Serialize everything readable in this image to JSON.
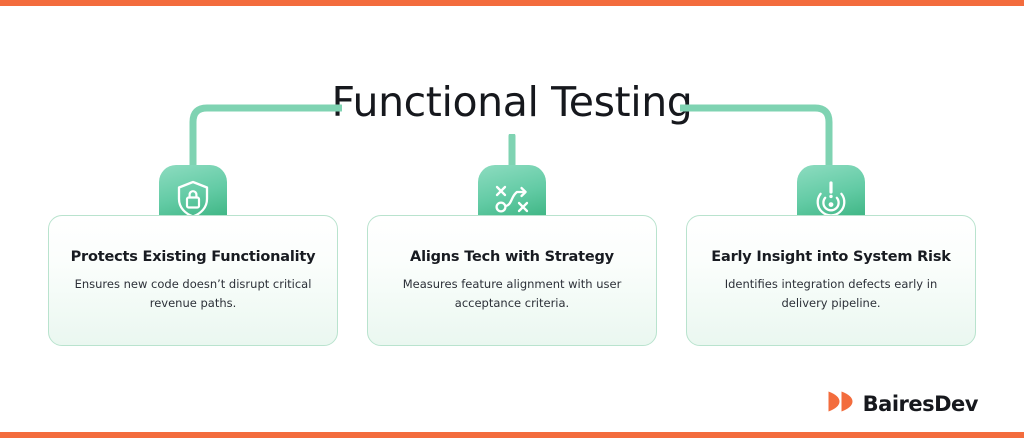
{
  "header": {
    "title": "Functional Testing"
  },
  "theme": {
    "accent_orange": "#f36c3d",
    "connector_green": "#7fd3b2",
    "icon_gradient_start": "#8ddcc0",
    "icon_gradient_end": "#2dab74",
    "card_border": "#b9e3ce",
    "text_dark": "#181b21"
  },
  "cards": [
    {
      "icon": "shield-lock-icon",
      "title": "Protects Existing Functionality",
      "body": "Ensures new code doesn’t disrupt critical revenue paths."
    },
    {
      "icon": "strategy-playbook-icon",
      "title": "Aligns Tech with Strategy",
      "body": "Measures feature alignment with user acceptance criteria."
    },
    {
      "icon": "radar-alert-icon",
      "title": "Early Insight into System Risk",
      "body": "Identifies integration defects early in delivery pipeline."
    }
  ],
  "footer": {
    "logo_text": "BairesDev",
    "logo_mark": "bairesdev-double-arc-mark"
  }
}
